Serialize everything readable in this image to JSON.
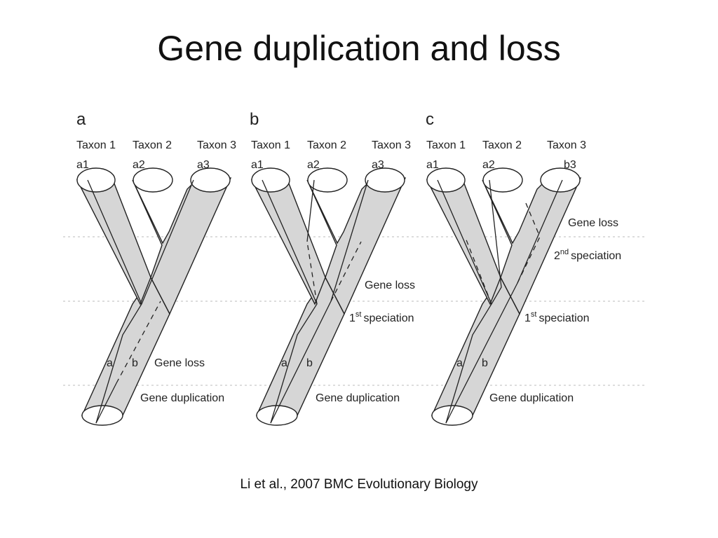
{
  "title": "Gene duplication and loss",
  "citation": "Li et al., 2007 BMC Evolutionary Biology",
  "panels": [
    {
      "letter": "a",
      "taxa": [
        "Taxon 1",
        "Taxon 2",
        "Taxon 3"
      ],
      "genes": [
        "a1",
        "a2",
        "a3"
      ],
      "copies": [
        "a",
        "b"
      ],
      "annotations": {
        "gene_loss": "Gene loss",
        "gene_duplication": "Gene duplication"
      }
    },
    {
      "letter": "b",
      "taxa": [
        "Taxon 1",
        "Taxon 2",
        "Taxon 3"
      ],
      "genes": [
        "a1",
        "a2",
        "a3"
      ],
      "copies": [
        "a",
        "b"
      ],
      "annotations": {
        "gene_loss": "Gene loss",
        "speciation_num": "1",
        "speciation_sup": "st",
        "speciation_text": "speciation",
        "gene_duplication": "Gene duplication"
      }
    },
    {
      "letter": "c",
      "taxa": [
        "Taxon 1",
        "Taxon 2",
        "Taxon 3"
      ],
      "genes": [
        "a1",
        "a2",
        "b3"
      ],
      "copies": [
        "a",
        "b"
      ],
      "annotations": {
        "gene_loss": "Gene loss",
        "speciation2_num": "2",
        "speciation2_sup": "nd",
        "speciation2_text": "speciation",
        "speciation1_num": "1",
        "speciation1_sup": "st",
        "speciation1_text": "speciation",
        "gene_duplication": "Gene duplication"
      }
    }
  ],
  "colors": {
    "tree_fill": "#d6d6d6",
    "tree_stroke": "#222222",
    "guide_line": "#bbbbbb"
  }
}
